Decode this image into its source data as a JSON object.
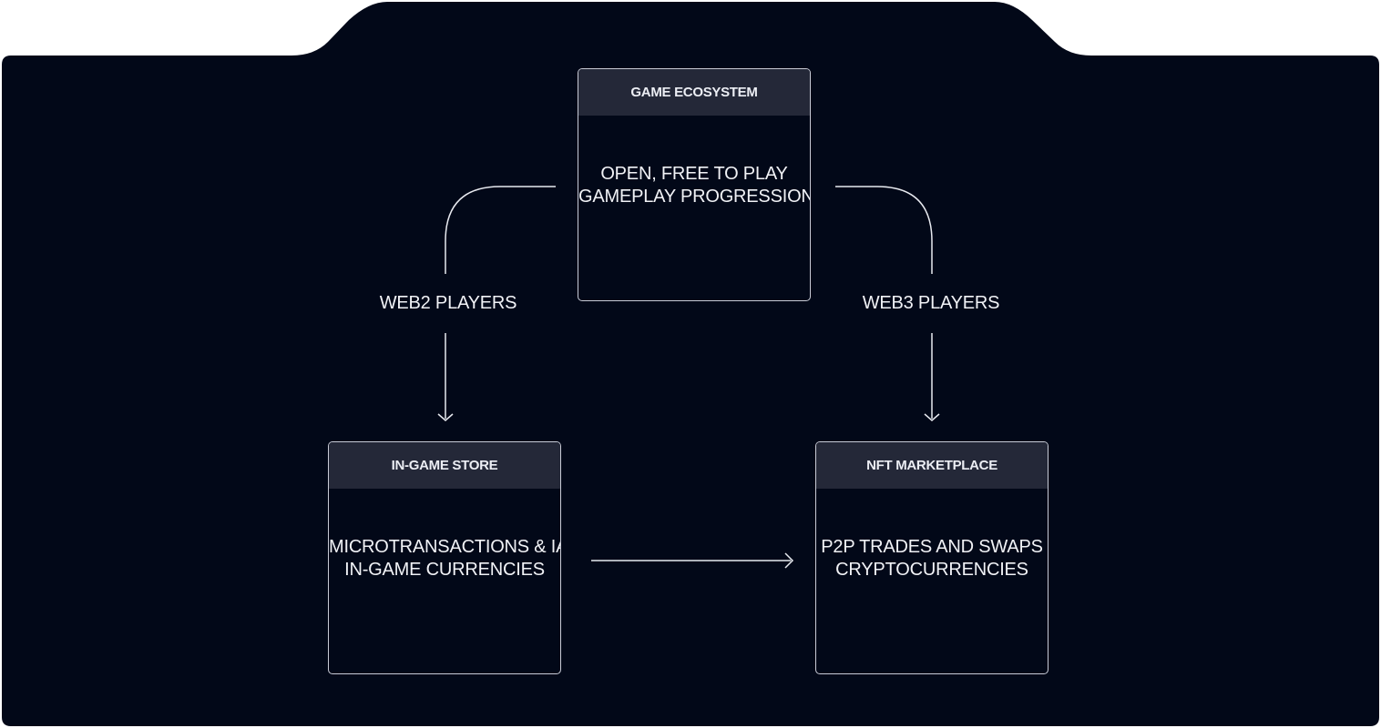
{
  "diagram": {
    "nodes": [
      {
        "id": "ecosystem",
        "title": "GAME ECOSYSTEM",
        "lines": [
          "OPEN, FREE TO PLAY",
          "GAMEPLAY PROGRESSION"
        ]
      },
      {
        "id": "store",
        "title": "IN-GAME STORE",
        "lines": [
          "MICROTRANSACTIONS & IAP",
          "IN-GAME CURRENCIES"
        ]
      },
      {
        "id": "marketplace",
        "title": "NFT MARKETPLACE",
        "lines": [
          "P2P TRADES AND SWAPS",
          "CRYPTOCURRENCIES"
        ]
      }
    ],
    "edges": [
      {
        "from": "ecosystem",
        "to": "store",
        "label": "WEB2 PLAYERS"
      },
      {
        "from": "ecosystem",
        "to": "marketplace",
        "label": "WEB3 PLAYERS"
      },
      {
        "from": "store",
        "to": "marketplace",
        "label": ""
      }
    ]
  },
  "colors": {
    "background": "#020818",
    "header": "#242838",
    "text": "#f1f2f6",
    "border": "#c9cbd6",
    "arrow": "#e8eaf0"
  }
}
